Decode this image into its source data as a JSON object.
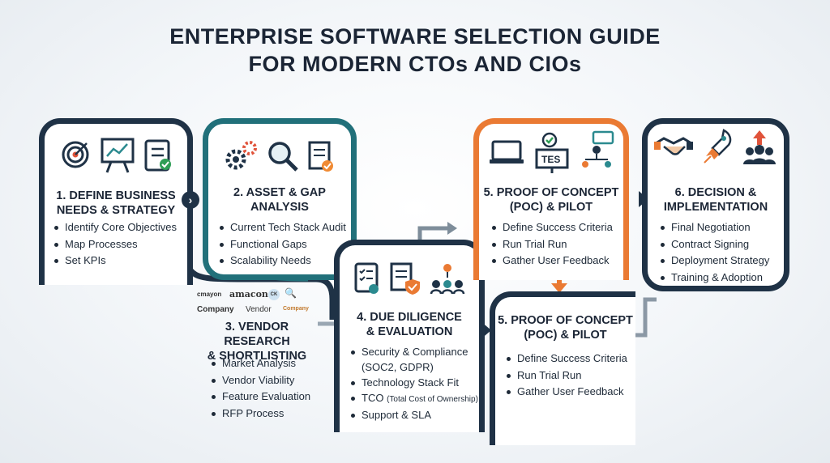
{
  "title": {
    "line1": "ENTERPRISE SOFTWARE SELECTION GUIDE",
    "line2": "FOR MODERN CTOs AND CIOs"
  },
  "steps": [
    {
      "title": "1. DEFINE BUSINESS\nNEEDS & STRATEGY",
      "color": "#1f3246",
      "icons": [
        "target-icon",
        "presentation-board-icon",
        "checklist-icon"
      ],
      "bullets": [
        "Identify Core Objectives",
        "Map Processes",
        "Set KPIs"
      ]
    },
    {
      "title": "2. ASSET & GAP\nANALYSIS",
      "color": "#21707a",
      "icons": [
        "gears-icon",
        "magnifier-icon",
        "document-check-icon"
      ],
      "bullets": [
        "Current Tech Stack Audit",
        "Functional Gaps",
        "Scalability Needs"
      ]
    },
    {
      "title": "3. VENDOR RESEARCH\n& SHORTLISTING",
      "color": "#1f3246",
      "logos": [
        "cmayon",
        "amacon",
        "CK",
        "Company",
        "Vendor",
        "Company"
      ],
      "bullets": [
        "Market Analysis",
        "Vendor Viability",
        "Feature Evaluation",
        "RFP Process"
      ]
    },
    {
      "title": "4. DUE DILIGENCE\n& EVALUATION",
      "color": "#1f3246",
      "icons": [
        "checklist-icon",
        "shield-document-icon",
        "team-network-icon"
      ],
      "bullets": [
        "Security & Compliance",
        "(SOC2, GDPR)",
        "Technology Stack Fit",
        "TCO",
        "(Total Cost of Ownership)",
        "Support & SLA"
      ]
    },
    {
      "title": "5. PROOF OF CONCEPT\n(POC) & PILOT",
      "color": "#ea7a33",
      "icons": [
        "laptop-icon",
        "test-board-icon",
        "org-chart-icon"
      ],
      "test_label": "TES",
      "bullets": [
        "Define Success Criteria",
        "Run Trial Run",
        "Gather User Feedback"
      ]
    },
    {
      "title": "6. DECISION &\nIMPLEMENTATION",
      "color": "#1f3246",
      "icons": [
        "handshake-icon",
        "rocket-icon",
        "team-growth-icon"
      ],
      "bullets": [
        "Final Negotiation",
        "Contract Signing",
        "Deployment Strategy",
        "Training & Adoption"
      ]
    },
    {
      "title": "5. PROOF OF CONCEPT\n(POC) & PILOT",
      "color": "#1f3246",
      "bullets": [
        "Define Success Criteria",
        "Run Trial Run",
        "Gather User Feedback"
      ]
    }
  ]
}
